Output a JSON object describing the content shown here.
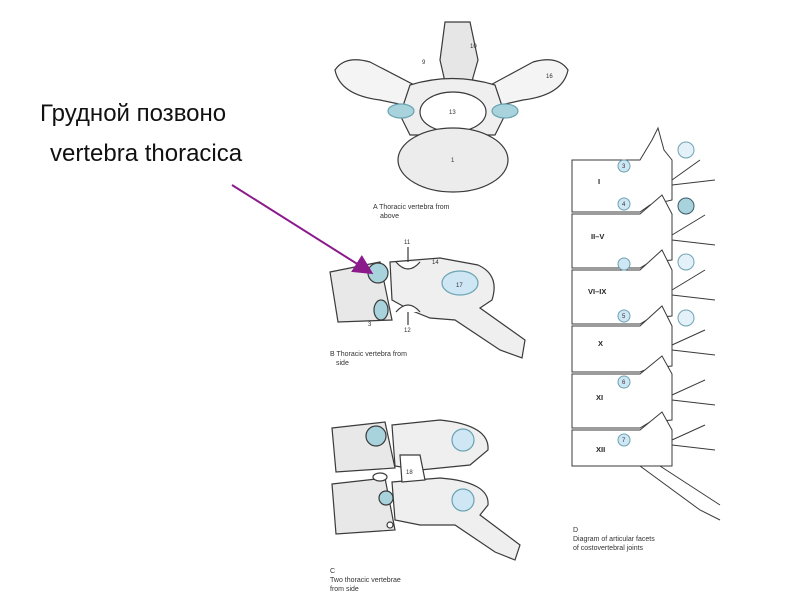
{
  "title": {
    "line1": "Грудной позвоно",
    "line2": "vertebra thoracica"
  },
  "captions": {
    "a": [
      "A Thoracic vertebra from",
      "above"
    ],
    "b": [
      "B Thoracic vertebra from",
      "side"
    ],
    "c": [
      "C",
      "Two thoracic vertebrae",
      "from side"
    ],
    "d": [
      "D",
      "Diagram of articular facets",
      "of costovertebral joints"
    ]
  },
  "labels_a": [
    "10",
    "9",
    "16",
    "13",
    "1"
  ],
  "labels_b": [
    "11",
    "14",
    "17",
    "3",
    "12"
  ],
  "labels_c": [
    "18"
  ],
  "vertebrae_d": [
    "I",
    "II–V",
    "VI–IX",
    "X",
    "XI",
    "XII"
  ],
  "facets_d": [
    "3",
    "4",
    "5",
    "6",
    "7"
  ],
  "colors": {
    "arrow": "#8B1A8B",
    "highlight": "#a9d3dc",
    "facet": "#cfe6f4",
    "outline": "#3a3a3a"
  }
}
